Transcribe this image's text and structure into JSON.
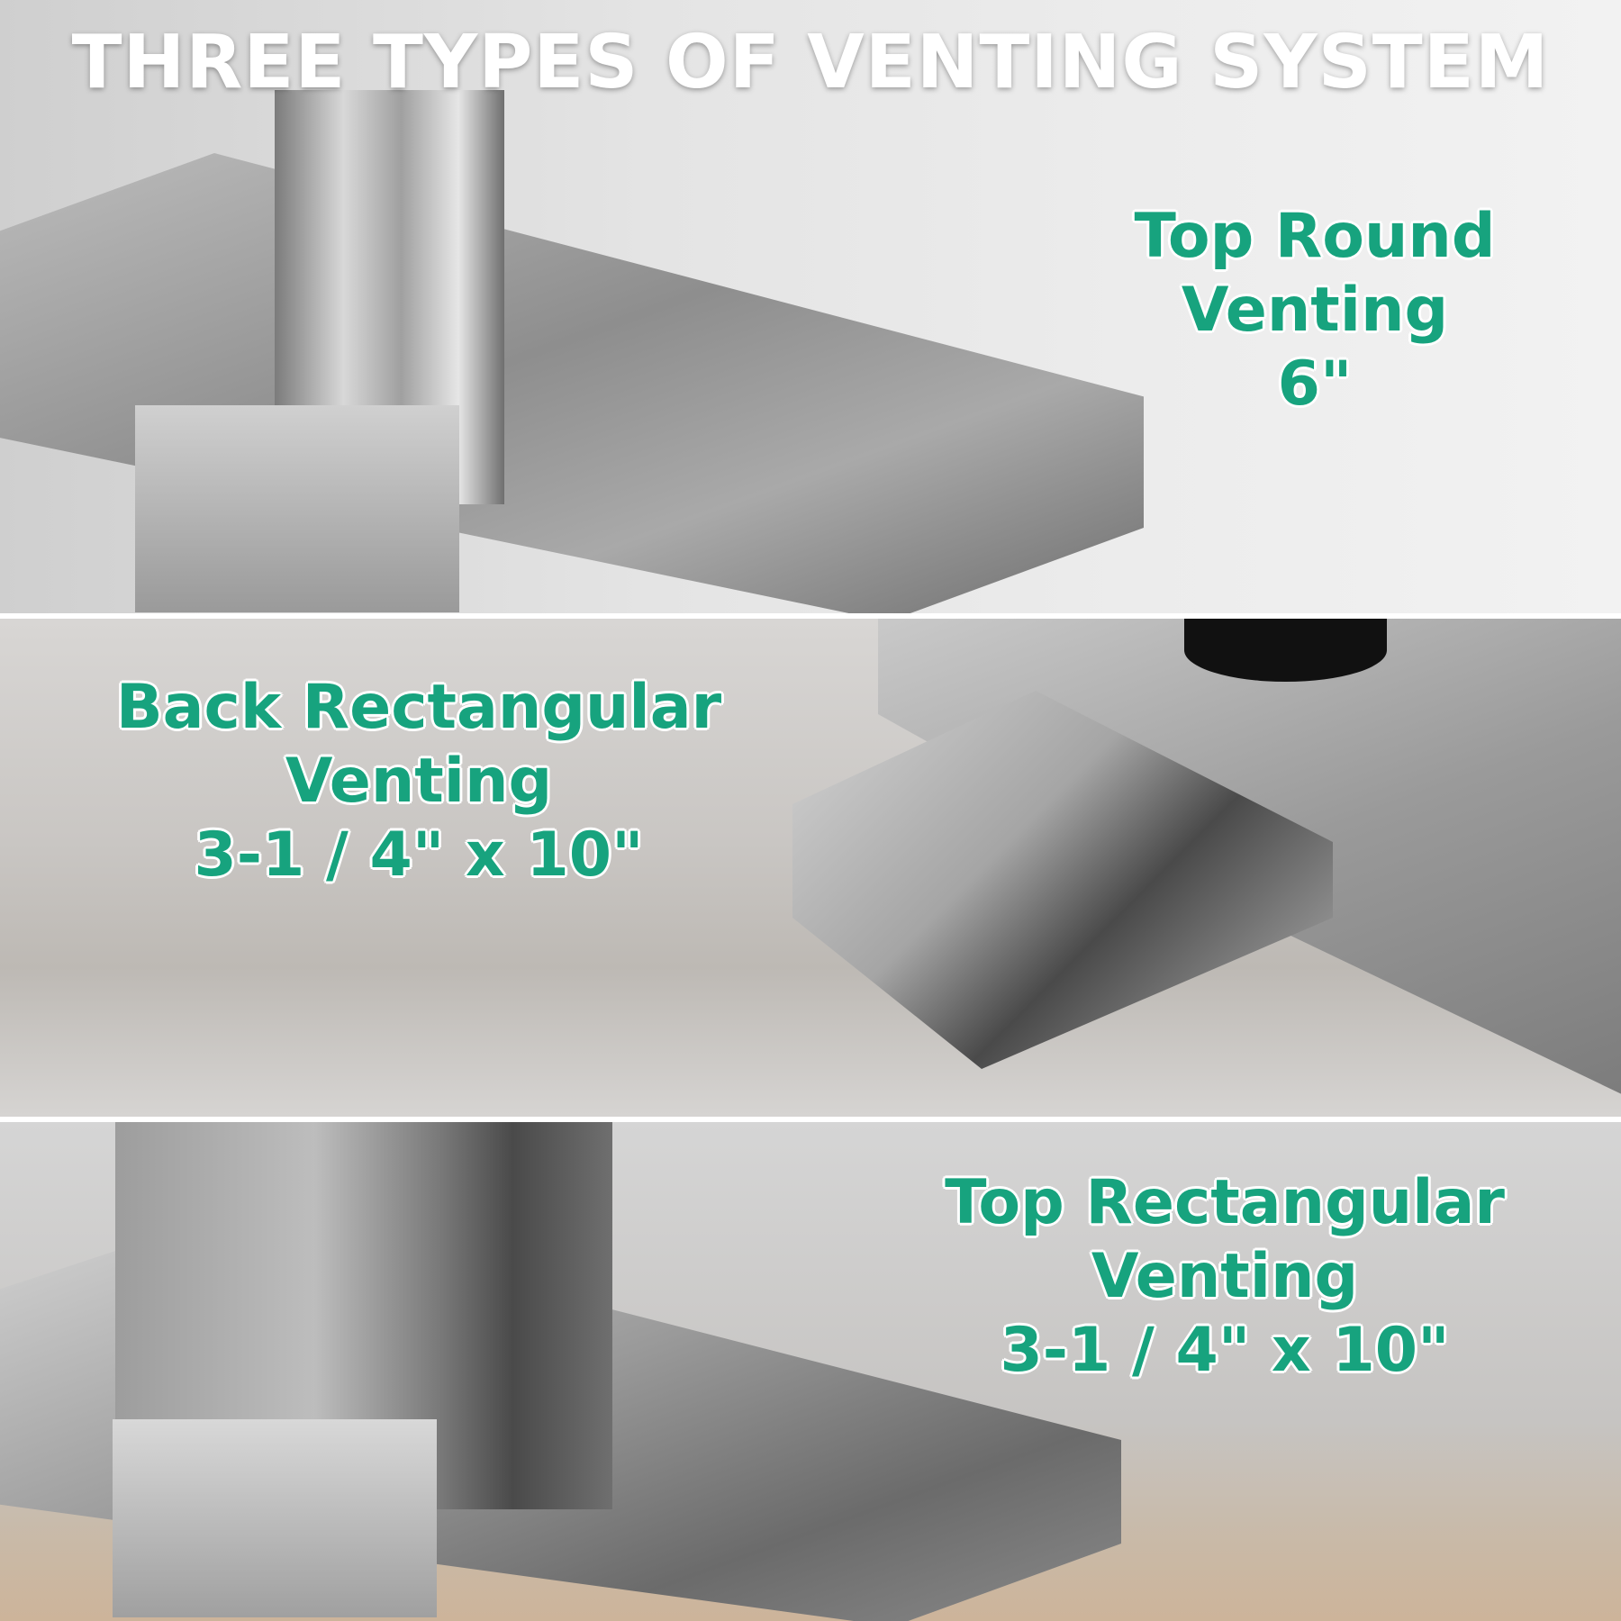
{
  "title": "THREE TYPES OF VENTING SYSTEM",
  "accent_color": "#17a37e",
  "panels": [
    {
      "name": "Top Round Venting",
      "size": "6\""
    },
    {
      "name": "Back Rectangular Venting",
      "size": "3-1 / 4\" x 10\""
    },
    {
      "name": "Top Rectangular Venting",
      "size": "3-1 / 4\" x 10\""
    }
  ]
}
